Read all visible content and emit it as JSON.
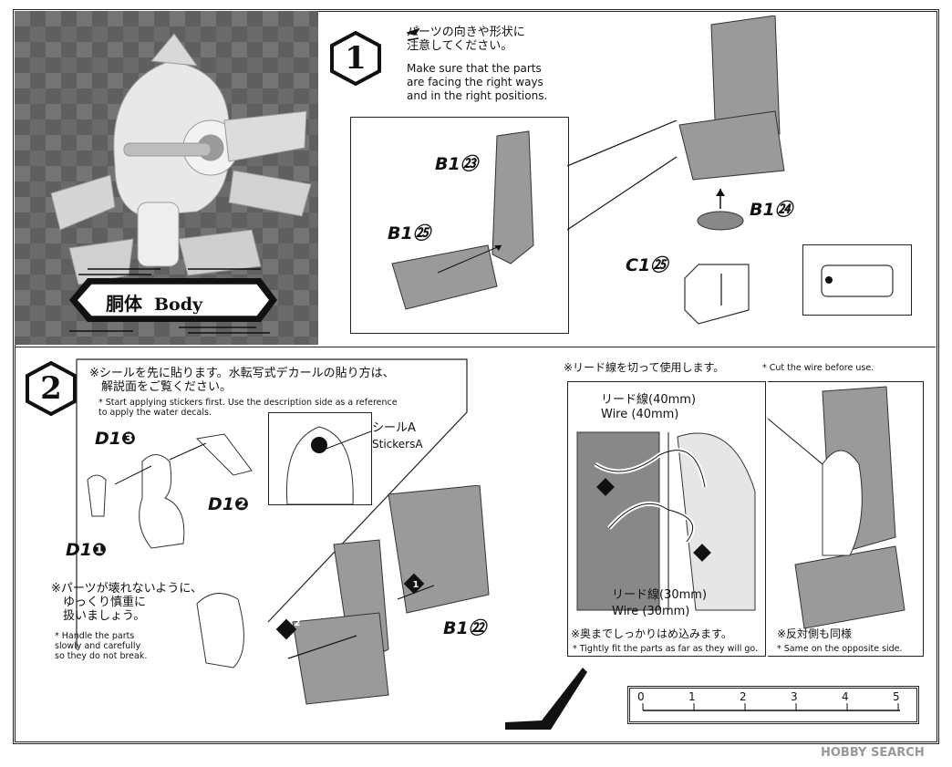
{
  "title": {
    "jp": "胴体",
    "en": "Body"
  },
  "step1": {
    "number": "1",
    "note_jp": "パーツの向きや形状に\n注意してください。",
    "note_en": "Make sure that the parts\nare facing the right ways\nand in the right positions.",
    "parts": {
      "b1_23": "B1㉓",
      "b1_25": "B1㉕",
      "b1_24": "B1㉔",
      "c1_25": "C1㉕"
    }
  },
  "step2": {
    "number": "2",
    "note_jp": "※シールを先に貼ります。水転写式デカールの貼り方は、\n　解説面をご覧ください。",
    "note_en": "* Start applying stickers first. Use the description side as a reference\n  to apply the water decals.",
    "decals": {
      "d1_3": "D1❸",
      "d1_2": "D1❷",
      "d1_1": "D1❶"
    },
    "sticker_jp": "シールA",
    "sticker_en": "StickersA",
    "handle_jp": "※パーツが壊れないように、\n　ゆっくり慎重に\n　扱いましょう。",
    "handle_en": "* Handle the parts\n  slowly and carefully\n  so they do not break.",
    "b1_22": "B1㉒",
    "order1": "1",
    "order2": "2",
    "wire_title_jp": "※リード線を切って使用します。",
    "wire_title_en": "* Cut the wire before use.",
    "wire40_jp": "リード線(40mm)",
    "wire40_en": "Wire (40mm)",
    "wire30_jp": "リード線(30mm)",
    "wire30_en": "Wire (30mm)",
    "tight_jp": "※奥までしっかりはめ込みます。",
    "tight_en": "* Tightly fit the parts as far as they will go.",
    "opposite_jp": "※反対側も同様",
    "opposite_en": "* Same on the opposite side."
  },
  "scale": {
    "ticks": [
      "0",
      "1",
      "2",
      "3",
      "4",
      "5"
    ]
  },
  "watermark": "HOBBY SEARCH"
}
